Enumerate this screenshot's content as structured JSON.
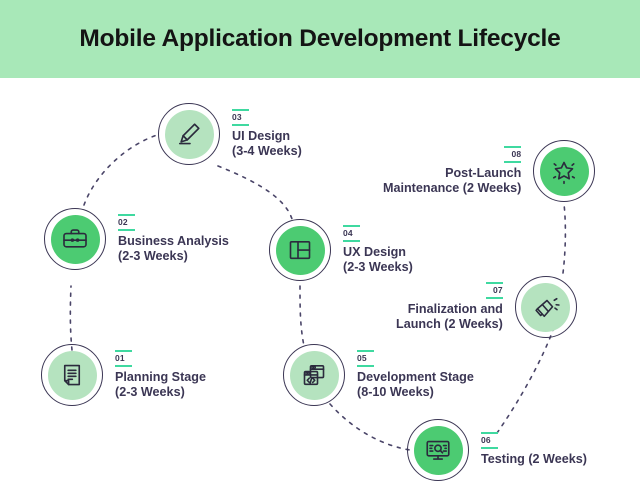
{
  "header": {
    "title": "Mobile Application Development Lifecycle",
    "band_color": "#a8e8b8",
    "title_color": "#141414"
  },
  "theme": {
    "accent_rule": "#3fd9a0",
    "node_dark_green": "#4ccb72",
    "node_light_green": "#b5e3bf",
    "ring_navy": "#3b3654",
    "text_navy": "#3b3654",
    "connector_navy": "#4a4568",
    "background": "#ffffff"
  },
  "diagram": {
    "type": "process-flow",
    "connector_style": "dashed-curve",
    "steps": [
      {
        "number": "01",
        "title": "Planning Stage\n(2-3 Weeks)",
        "duration": "2-3 Weeks",
        "icon": "document-icon",
        "fill": "light",
        "label_side": "right"
      },
      {
        "number": "02",
        "title": "Business Analysis\n(2-3 Weeks)",
        "duration": "2-3 Weeks",
        "icon": "briefcase-icon",
        "fill": "dark",
        "label_side": "right"
      },
      {
        "number": "03",
        "title": "UI Design\n(3-4 Weeks)",
        "duration": "3-4 Weeks",
        "icon": "pencil-icon",
        "fill": "light",
        "label_side": "right"
      },
      {
        "number": "04",
        "title": "UX Design\n(2-3 Weeks)",
        "duration": "2-3 Weeks",
        "icon": "wireframe-icon",
        "fill": "dark",
        "label_side": "right"
      },
      {
        "number": "05",
        "title": "Development Stage\n(8-10 Weeks)",
        "duration": "8-10 Weeks",
        "icon": "code-window-icon",
        "fill": "light",
        "label_side": "right"
      },
      {
        "number": "06",
        "title": "Testing (2 Weeks)",
        "duration": "2 Weeks",
        "icon": "monitor-search-icon",
        "fill": "dark",
        "label_side": "right"
      },
      {
        "number": "07",
        "title": "Finalization and\nLaunch (2 Weeks)",
        "duration": "2 Weeks",
        "icon": "megaphone-icon",
        "fill": "light",
        "label_side": "left"
      },
      {
        "number": "08",
        "title": "Post-Launch\nMaintenance (2 Weeks)",
        "duration": "2 Weeks",
        "icon": "star-icon",
        "fill": "dark",
        "label_side": "left"
      }
    ]
  }
}
